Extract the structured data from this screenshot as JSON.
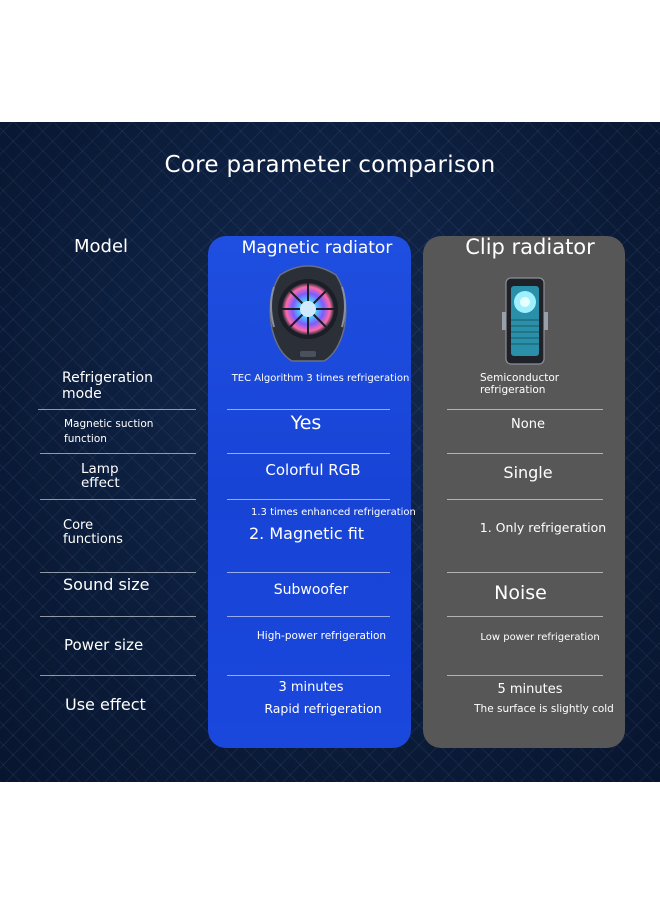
{
  "title": "Core parameter comparison",
  "columns": {
    "label": "Model",
    "magnetic": "Magnetic radiator",
    "clip": "Clip radiator"
  },
  "rows": {
    "refrigeration_mode": {
      "label_line1": "Refrigeration",
      "label_line2": "mode",
      "magnetic": "TEC Algorithm 3 times refrigeration",
      "clip_line1": "Semiconductor",
      "clip_line2": "refrigeration"
    },
    "magnetic_suction": {
      "label_line1": "Magnetic suction",
      "label_line2": "function",
      "magnetic": "Yes",
      "clip": "None"
    },
    "lamp_effect": {
      "label_line1": "Lamp",
      "label_line2": "effect",
      "magnetic": "Colorful RGB",
      "clip": "Single"
    },
    "core_functions": {
      "label_line1": "Core",
      "label_line2": "functions",
      "magnetic_line1": "1.3 times enhanced refrigeration",
      "magnetic_line2": "2. Magnetic fit",
      "clip": "1. Only refrigeration"
    },
    "sound_size": {
      "label": "Sound size",
      "magnetic": "Subwoofer",
      "clip": "Noise"
    },
    "power_size": {
      "label": "Power size",
      "magnetic": "High-power refrigeration",
      "clip": "Low power refrigeration"
    },
    "use_effect": {
      "label": "Use effect",
      "magnetic_line1": "3 minutes",
      "magnetic_line2": "Rapid refrigeration",
      "clip_line1": "5 minutes",
      "clip_line2": "The surface is slightly cold"
    }
  },
  "colors": {
    "background": "#0b1d3d",
    "magnetic_column": "#1a47dc",
    "clip_column": "#575757"
  },
  "icons": {
    "magnetic_product": "magnetic-radiator-image",
    "clip_product": "clip-radiator-image"
  }
}
